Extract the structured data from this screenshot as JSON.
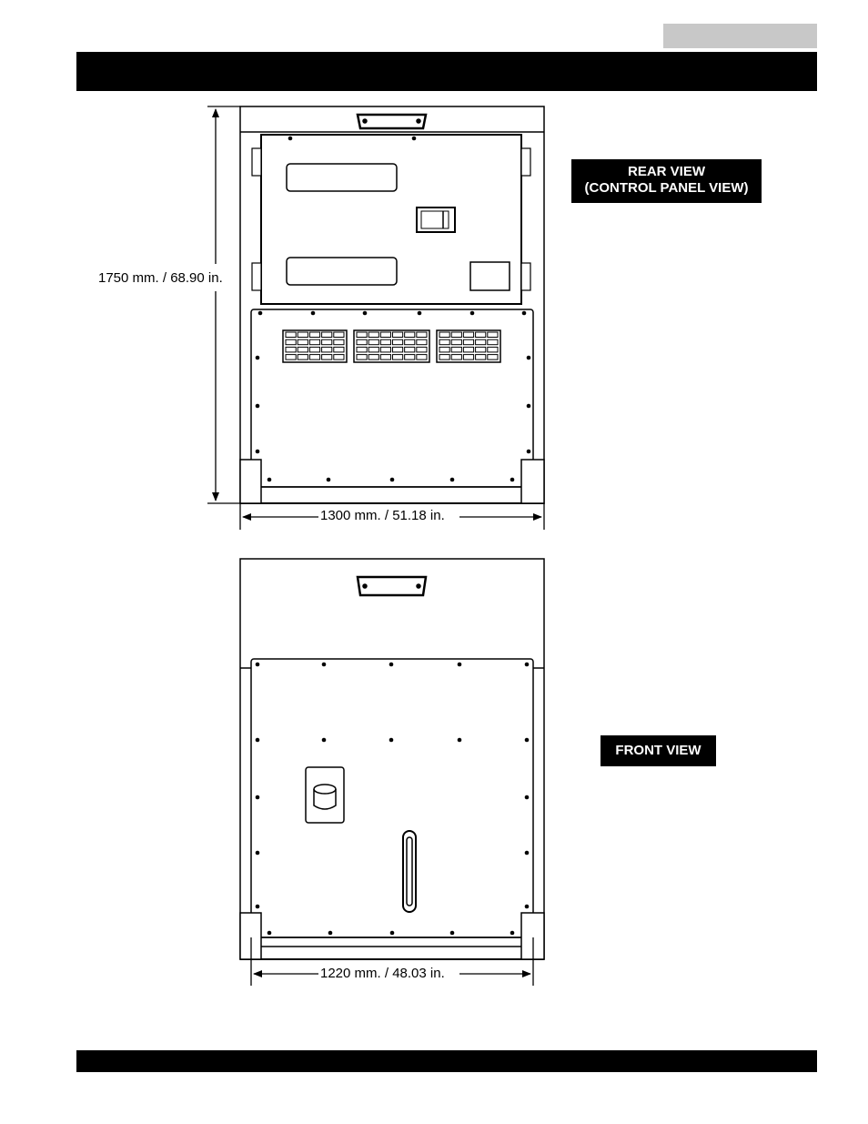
{
  "rear_view": {
    "label_line1": "REAR VIEW",
    "label_line2": "(CONTROL PANEL VIEW)",
    "height_dimension": "1750 mm. / 68.90 in.",
    "width_dimension": "1300 mm. / 51.18 in."
  },
  "front_view": {
    "label": "FRONT VIEW",
    "width_dimension": "1220 mm. / 48.03 in."
  },
  "colors": {
    "header_bar": "#000000",
    "tab": "#c8c8c8",
    "line": "#000000"
  }
}
